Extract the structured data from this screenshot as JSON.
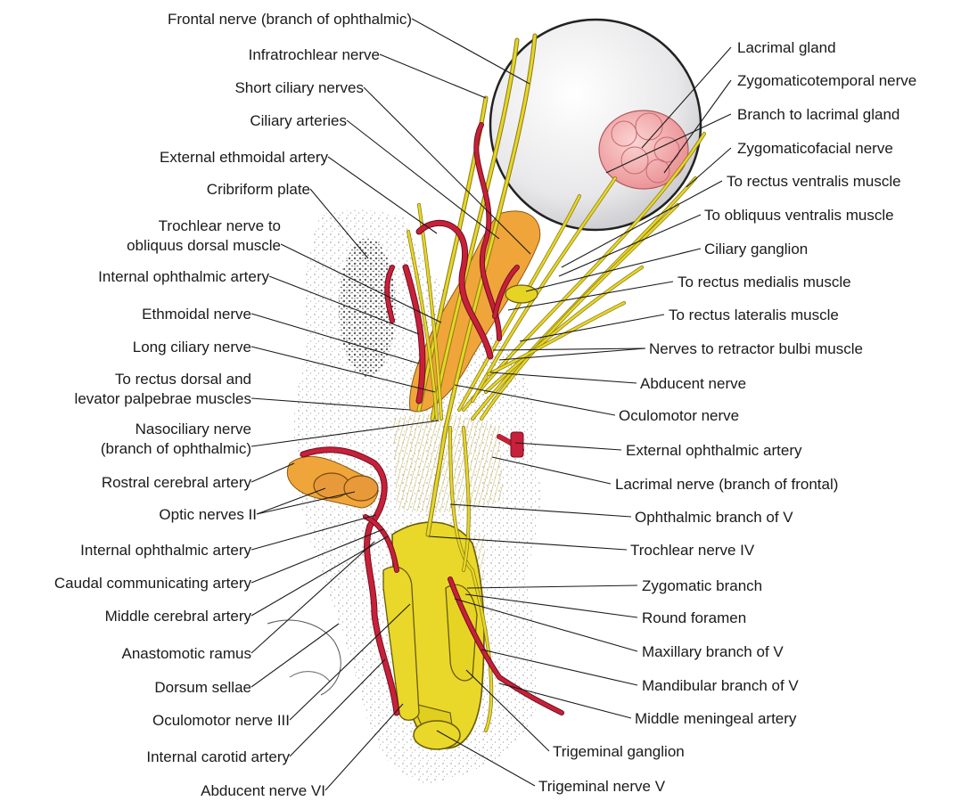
{
  "labels_left": [
    {
      "id": "frontal-nerve",
      "lines": [
        "Frontal nerve (branch of ophthalmic)"
      ]
    },
    {
      "id": "infratrochlear-nerve",
      "lines": [
        "Infratrochlear nerve"
      ]
    },
    {
      "id": "short-ciliary-nerves",
      "lines": [
        "Short ciliary nerves"
      ]
    },
    {
      "id": "ciliary-arteries",
      "lines": [
        "Ciliary arteries"
      ]
    },
    {
      "id": "external-ethmoidal-artery",
      "lines": [
        "External ethmoidal artery"
      ]
    },
    {
      "id": "cribriform-plate",
      "lines": [
        "Cribriform plate"
      ]
    },
    {
      "id": "trochlear-nerve-to-obliquus",
      "lines": [
        "Trochlear nerve to",
        "obliquus dorsal muscle"
      ]
    },
    {
      "id": "internal-ophthalmic-artery-upper",
      "lines": [
        "Internal ophthalmic artery"
      ]
    },
    {
      "id": "ethmoidal-nerve",
      "lines": [
        "Ethmoidal nerve"
      ]
    },
    {
      "id": "long-ciliary-nerve",
      "lines": [
        "Long ciliary nerve"
      ]
    },
    {
      "id": "to-rectus-dorsal",
      "lines": [
        "To rectus dorsal and",
        "levator palpebrae muscles"
      ]
    },
    {
      "id": "nasociliary-nerve",
      "lines": [
        "Nasociliary nerve",
        "(branch of ophthalmic)"
      ]
    },
    {
      "id": "rostral-cerebral-artery",
      "lines": [
        "Rostral cerebral artery"
      ]
    },
    {
      "id": "optic-nerves",
      "lines": [
        "Optic nerves II"
      ]
    },
    {
      "id": "internal-ophthalmic-artery-lower",
      "lines": [
        "Internal ophthalmic artery"
      ]
    },
    {
      "id": "caudal-communicating-artery",
      "lines": [
        "Caudal communicating artery"
      ]
    },
    {
      "id": "middle-cerebral-artery",
      "lines": [
        "Middle cerebral artery"
      ]
    },
    {
      "id": "anastomotic-ramus",
      "lines": [
        "Anastomotic ramus"
      ]
    },
    {
      "id": "dorsum-sellae",
      "lines": [
        "Dorsum sellae"
      ]
    },
    {
      "id": "oculomotor-nerve-iii",
      "lines": [
        "Oculomotor nerve III"
      ]
    },
    {
      "id": "internal-carotid-artery",
      "lines": [
        "Internal carotid artery"
      ]
    },
    {
      "id": "abducent-nerve-vi",
      "lines": [
        "Abducent nerve VI"
      ]
    }
  ],
  "labels_right": [
    {
      "id": "lacrimal-gland",
      "lines": [
        "Lacrimal gland"
      ]
    },
    {
      "id": "zygomaticotemporal-nerve",
      "lines": [
        "Zygomaticotemporal nerve"
      ]
    },
    {
      "id": "branch-to-lacrimal-gland",
      "lines": [
        "Branch to lacrimal gland"
      ]
    },
    {
      "id": "zygomaticofacial-nerve",
      "lines": [
        "Zygomaticofacial nerve"
      ]
    },
    {
      "id": "to-rectus-ventralis",
      "lines": [
        "To rectus ventralis muscle"
      ]
    },
    {
      "id": "to-obliquus-ventralis",
      "lines": [
        "To obliquus ventralis muscle"
      ]
    },
    {
      "id": "ciliary-ganglion",
      "lines": [
        "Ciliary ganglion"
      ]
    },
    {
      "id": "to-rectus-medialis",
      "lines": [
        "To rectus medialis muscle"
      ]
    },
    {
      "id": "to-rectus-lateralis",
      "lines": [
        "To rectus lateralis muscle"
      ]
    },
    {
      "id": "nerves-to-retractor-bulbi",
      "lines": [
        "Nerves to retractor bulbi muscle"
      ]
    },
    {
      "id": "abducent-nerve",
      "lines": [
        "Abducent nerve"
      ]
    },
    {
      "id": "oculomotor-nerve",
      "lines": [
        "Oculomotor nerve"
      ]
    },
    {
      "id": "external-ophthalmic-artery",
      "lines": [
        "External ophthalmic artery"
      ]
    },
    {
      "id": "lacrimal-nerve",
      "lines": [
        "Lacrimal nerve (branch of frontal)"
      ]
    },
    {
      "id": "ophthalmic-branch-v",
      "lines": [
        "Ophthalmic branch of V"
      ]
    },
    {
      "id": "trochlear-nerve-iv",
      "lines": [
        "Trochlear nerve IV"
      ]
    },
    {
      "id": "zygomatic-branch",
      "lines": [
        "Zygomatic branch"
      ]
    },
    {
      "id": "round-foramen",
      "lines": [
        "Round foramen"
      ]
    },
    {
      "id": "maxillary-branch-v",
      "lines": [
        "Maxillary branch of V"
      ]
    },
    {
      "id": "mandibular-branch-v",
      "lines": [
        "Mandibular branch of V"
      ]
    },
    {
      "id": "middle-meningeal-artery",
      "lines": [
        "Middle meningeal artery"
      ]
    },
    {
      "id": "trigeminal-ganglion",
      "lines": [
        "Trigeminal ganglion"
      ]
    },
    {
      "id": "trigeminal-nerve-v",
      "lines": [
        "Trigeminal nerve V"
      ]
    }
  ],
  "colors": {
    "nerve": "#e6d62a",
    "artery": "#c8203a",
    "gland": "#f2a5a8",
    "eyeball": "#eeeeee",
    "bone_stipple": "#9a9a9a",
    "vein_orange": "#f0a53a"
  }
}
